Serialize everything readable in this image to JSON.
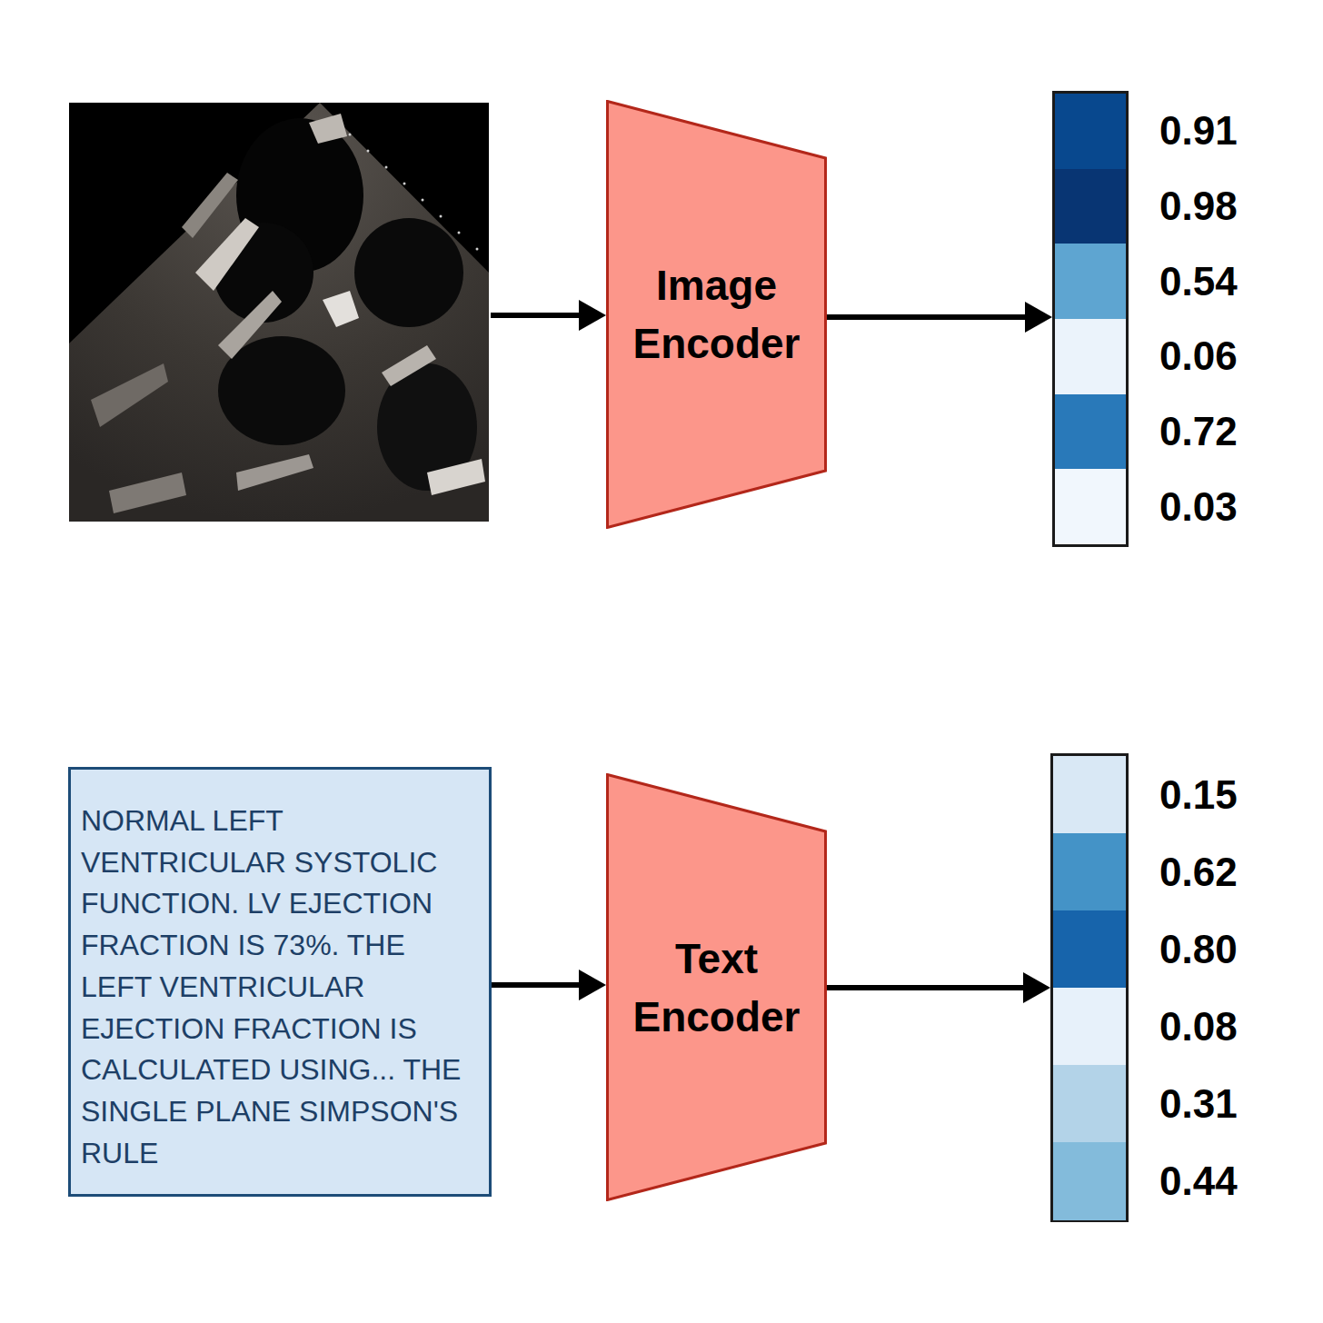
{
  "diagram": {
    "nodes": [
      {
        "text": [
          "Image Encoder"
        ]
      },
      {
        "text": [
          "0.91",
          "0.98",
          "0.54",
          "0.06",
          "0.72",
          "0.03"
        ]
      },
      {
        "text": [
          "NORMAL LEFT VENTRICULAR SYSTOLIC FUNCTION. LV EJECTION FRACTION IS 73%. THE LEFT VENTRICULAR EJECTION FRACTION IS CALCULATED USING... THE SINGLE PLANE SIMPSON'S RULE"
        ]
      },
      {
        "text": [
          "Text Encoder"
        ]
      },
      {
        "text": [
          "0.15",
          "0.62",
          "0.80",
          "0.08",
          "0.31",
          "0.44"
        ]
      }
    ],
    "edges": [
      {
        "from": 0,
        "to": 1,
        "arrow": "to"
      },
      {
        "from": 2,
        "to": 3,
        "arrow": "to"
      },
      {
        "from": 3,
        "to": 4,
        "arrow": "to"
      }
    ]
  }
}
